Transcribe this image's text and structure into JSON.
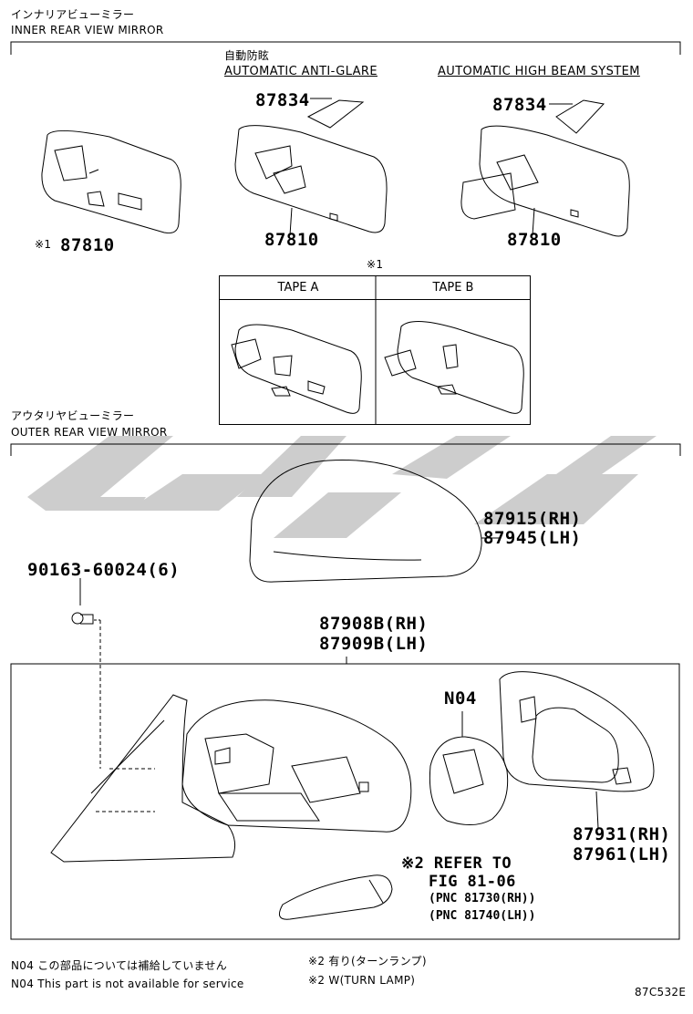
{
  "inner_section": {
    "title_jp": "インナリアビューミラー",
    "title_en": "INNER REAR VIEW MIRROR"
  },
  "anti_glare": {
    "label_jp": "自動防眩",
    "label_en": "AUTOMATIC ANTI-GLARE",
    "cover_part": "87834",
    "mirror_part": "87810"
  },
  "high_beam": {
    "label_en": "AUTOMATIC HIGH BEAM SYSTEM",
    "cover_part": "87834",
    "mirror_part": "87810"
  },
  "basic_mirror": {
    "marker": "※1",
    "part": "87810"
  },
  "tape_table": {
    "marker": "※1",
    "col_a": "TAPE A",
    "col_b": "TAPE B"
  },
  "outer_section": {
    "title_jp": "アウタリヤビューミラー",
    "title_en": "OUTER REAR VIEW MIRROR"
  },
  "parts": {
    "cover_rh": "87915(RH)",
    "cover_lh": "87945(LH)",
    "screw": "90163-60024(6)",
    "assy_rh": "87908B(RH)",
    "assy_lh": "87909B(LH)",
    "n04": "N04",
    "glass_rh": "87931(RH)",
    "glass_lh": "87961(LH)"
  },
  "reference": {
    "line1": "※2 REFER TO",
    "line2": "FIG 81-06",
    "line3": "(PNC 81730(RH))",
    "line4": "(PNC 81740(LH))"
  },
  "notes": {
    "n04_jp": "N04 この部品については補給していません",
    "n04_en": "N04 This part is not available for service",
    "m2_jp": "※2 有り(ターンランプ)",
    "m2_en": "※2 W(TURN LAMP)"
  },
  "figure_code": "87C532E",
  "colors": {
    "line": "#000000",
    "watermark": "#c8c8c8"
  }
}
